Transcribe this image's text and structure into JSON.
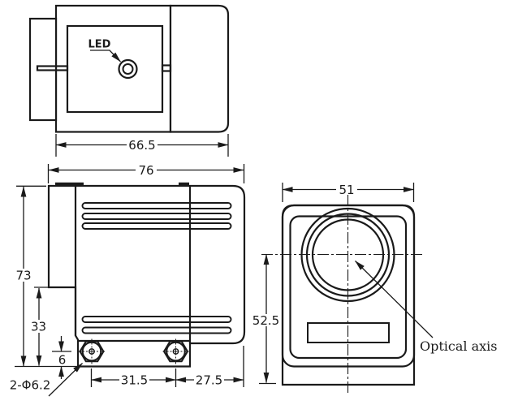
{
  "drawing": {
    "top_view": {
      "led_label": "LED",
      "width_dim": "66.5"
    },
    "side_view": {
      "width_dim": "76",
      "height_dim": "73",
      "lower_height_dim": "33",
      "base_height_dim": "6",
      "hole_spacing_dim": "31.5",
      "hole_offset_dim": "27.5",
      "holes_label": "2-Φ6.2"
    },
    "front_view": {
      "width_dim": "51",
      "height_dim": "52.5",
      "optical_axis_label": "Optical axis"
    }
  }
}
